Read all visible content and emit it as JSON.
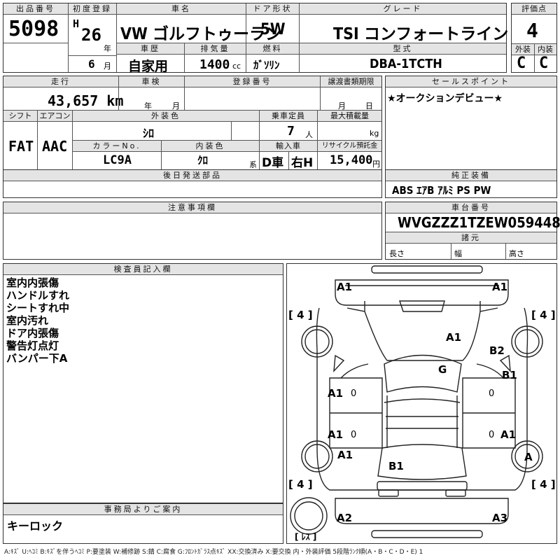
{
  "header": {
    "lot_label": "出品番号",
    "lot_number": "5098",
    "first_reg_label": "初度登録",
    "era": "H",
    "year": "26",
    "year_unit": "年",
    "month": "6",
    "month_unit": "月",
    "car_name_label": "車名",
    "car_name": "VW ゴルフトゥーラン",
    "door_label": "ドア形状",
    "door": "5W",
    "grade_label": "グレード",
    "grade": "TSI コンフォートライン",
    "rating_label": "評価点",
    "rating": "4",
    "history_label": "車歴",
    "history": "自家用",
    "displacement_label": "排気量",
    "displacement": "1400",
    "displacement_unit": "cc",
    "fuel_label": "燃料",
    "fuel": "ｶﾞｿﾘﾝ",
    "model_label": "型式",
    "model": "DBA-1TCTH",
    "exterior_label": "外装",
    "exterior": "C",
    "interior_label": "内装",
    "interior": "C"
  },
  "row2": {
    "mileage_label": "走行",
    "mileage": "43,657 km",
    "inspection_label": "車検",
    "inspection_year": "年",
    "inspection_month": "月",
    "regno_label": "登録番号",
    "transfer_label": "譲渡書類期限",
    "transfer_month": "月",
    "transfer_day": "日",
    "sales_label": "セールスポイント",
    "sales_text": "★オークションデビュー★"
  },
  "row3": {
    "shift_label": "シフト",
    "shift": "FAT",
    "ac_label": "エアコン",
    "ac": "AAC",
    "color_label": "外装色",
    "color": "ｼﾛ",
    "capacity_label": "乗車定員",
    "capacity": "7",
    "capacity_unit": "人",
    "load_label": "最大積載量",
    "load_unit": "kg",
    "colorno_label": "カラーNo.",
    "colorno": "LC9A",
    "intcolor_label": "内装色",
    "intcolor": "ｸﾛ",
    "intcolor_suffix": "系",
    "import_label": "輸入車",
    "import_type": "D車",
    "handle": "右H",
    "recycle_label": "リサイクル預託金",
    "recycle": "15,400",
    "recycle_unit": "円"
  },
  "later_parts_label": "後日発送部品",
  "equipment": {
    "label": "純正装備",
    "items": "ABS ｴｱB ｱﾙﾐ PS PW"
  },
  "notes_label": "注意事項欄",
  "chassis": {
    "label": "車台番号",
    "number": "WVGZZZ1TZEW059448"
  },
  "specs": {
    "label": "諸元",
    "length": "長さ",
    "width": "幅",
    "height": "高さ"
  },
  "inspector": {
    "label": "検査員記入欄",
    "lines": [
      "室内内張傷",
      "ハンドルすれ",
      "シートすれ中",
      "室内汚れ",
      "ドア内張傷",
      "警告灯点灯",
      "バンパー下A"
    ]
  },
  "office": {
    "label": "事務局よりご案内",
    "text": "キーロック"
  },
  "diagram": {
    "marks": [
      "A1",
      "A1",
      "A1",
      "B2",
      "G",
      "B1",
      "A1",
      "A1",
      "A1",
      "A1",
      "B1",
      "A",
      "A2",
      "A3"
    ],
    "tires": [
      "[ 4 ]",
      "[ 4 ]",
      "[ 4 ]",
      "[ 4 ]"
    ],
    "spare": "[ ﾚｽ ]",
    "tread_marks": [
      "0",
      "0",
      "0",
      "0"
    ]
  },
  "legend": "A:ｷｽﾞ U:ﾍｺﾐ B:ｷｽﾞを伴うﾍｺﾐ P:要塗装 W:補修跡 S:錆 C:腐食 G:ﾌﾛﾝﾄｶﾞﾗｽ点ｷｽﾞ XX:交換済み X:要交換 内・外装評価 5段階ﾗﾝｸ順(A・B・C・D・E) 1"
}
